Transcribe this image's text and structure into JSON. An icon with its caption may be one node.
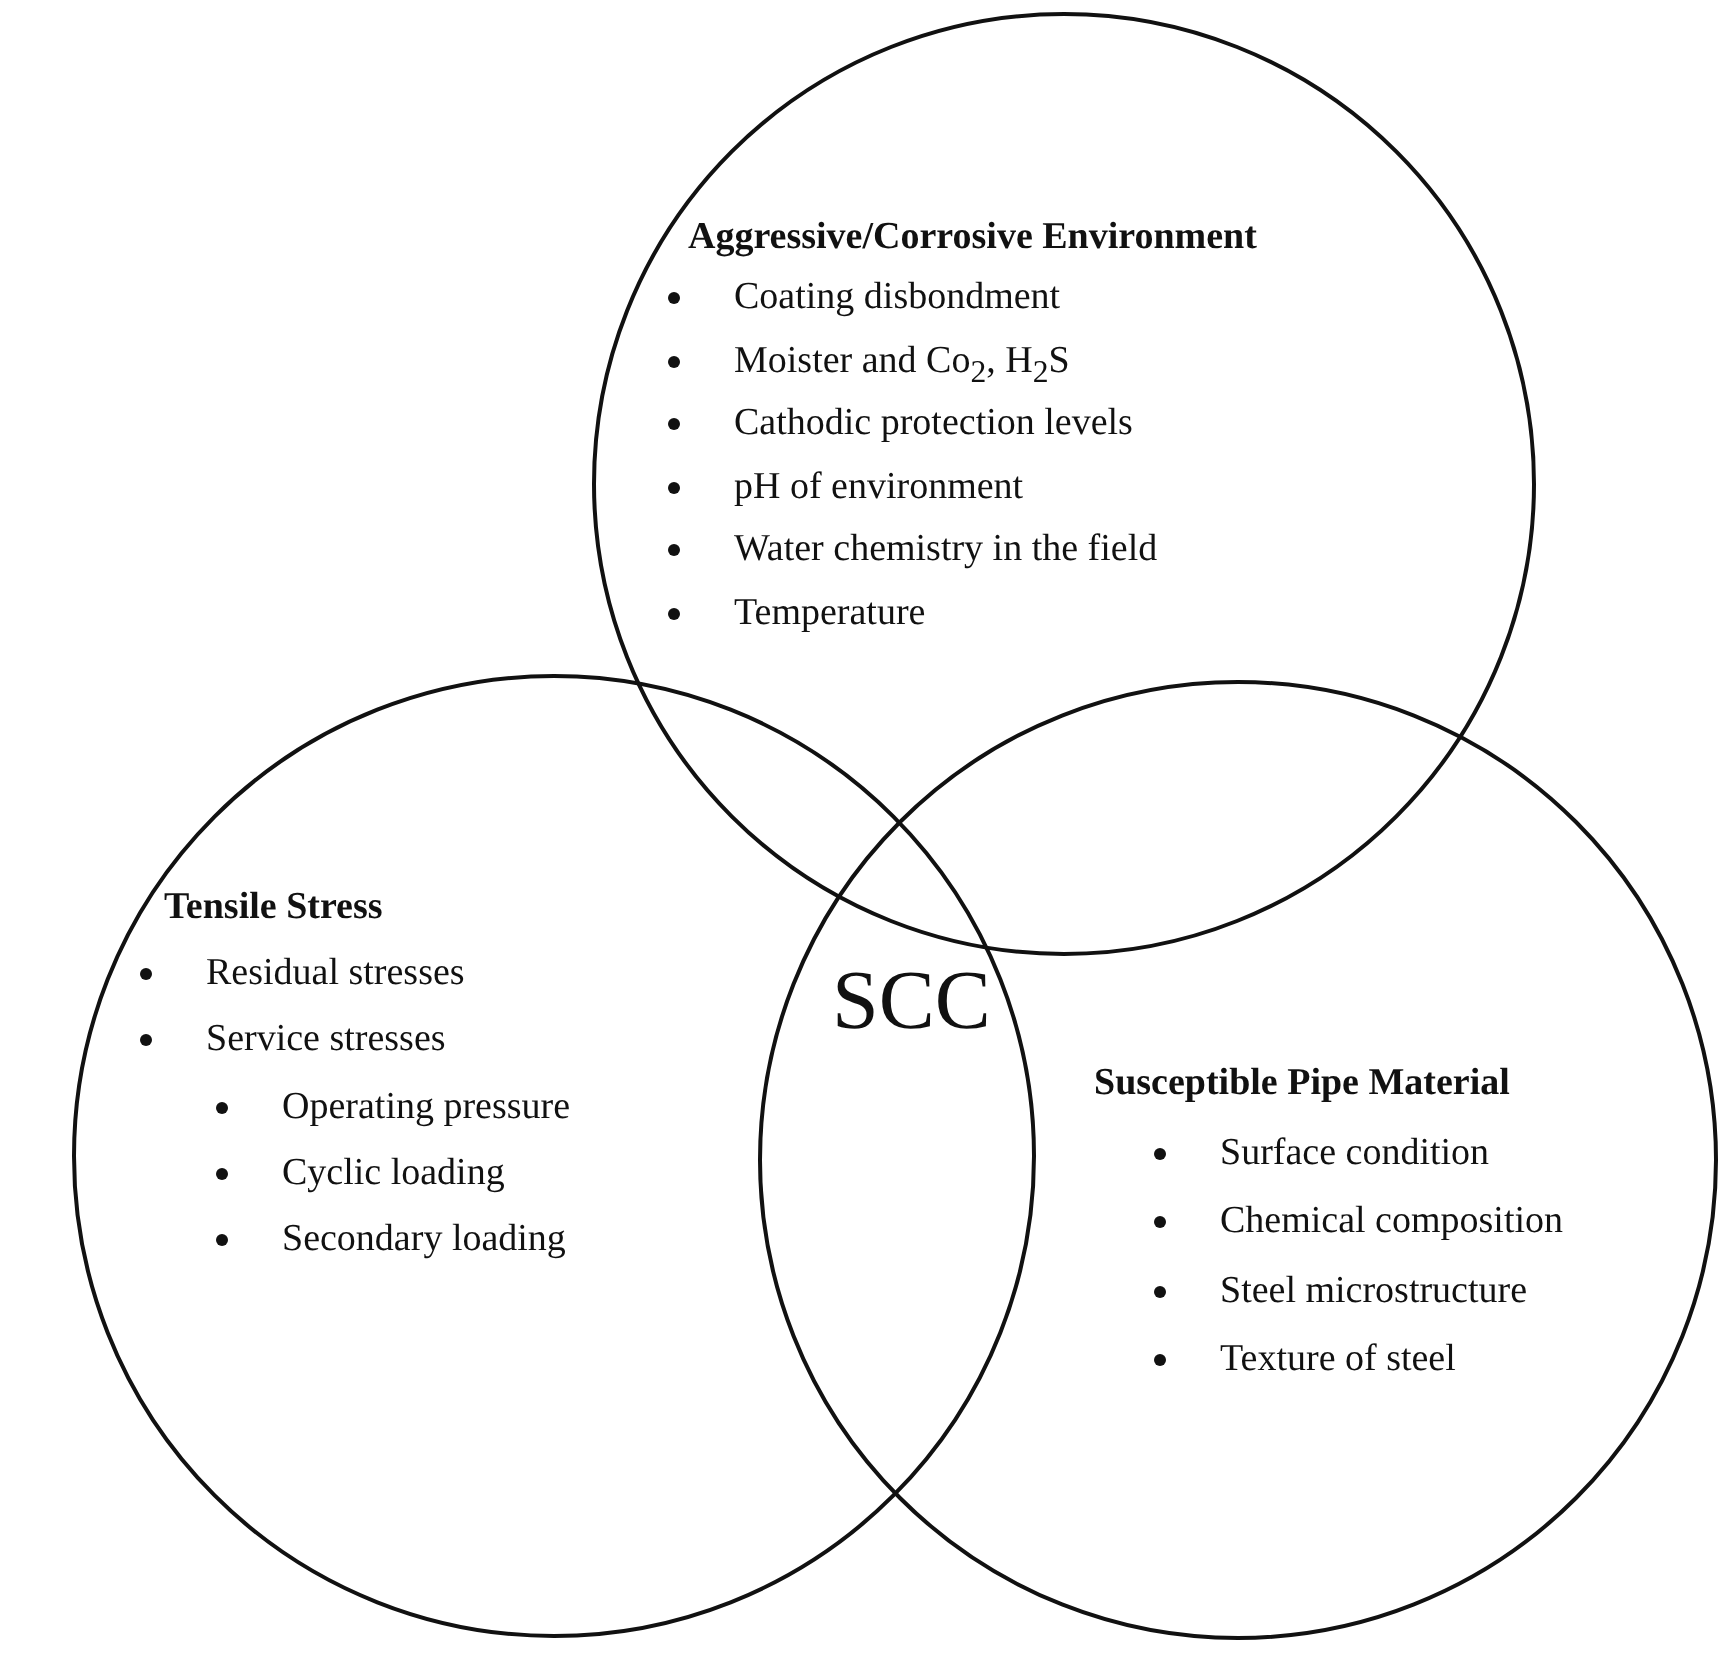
{
  "diagram": {
    "nodes": [
      {
        "text": [
          "Aggressive/Corrosive Environment",
          "Coating disbondment",
          "Moister and Co$_{2}$, H$_{2}$S",
          "Cathodic protection levels",
          "pH of environment",
          "Water chemistry in the field",
          "Temperature"
        ]
      },
      {
        "text": [
          "Tensile Stress",
          "Residual stresses",
          "Service stresses",
          "Operating pressure",
          "Cyclic loading",
          "Secondary loading"
        ]
      },
      {
        "text": [
          "Susceptible Pipe Material",
          "Surface condition",
          "Chemical composition",
          "Steel microstructure",
          "Texture of steel"
        ]
      }
    ],
    "labels": [
      "SCC"
    ]
  }
}
